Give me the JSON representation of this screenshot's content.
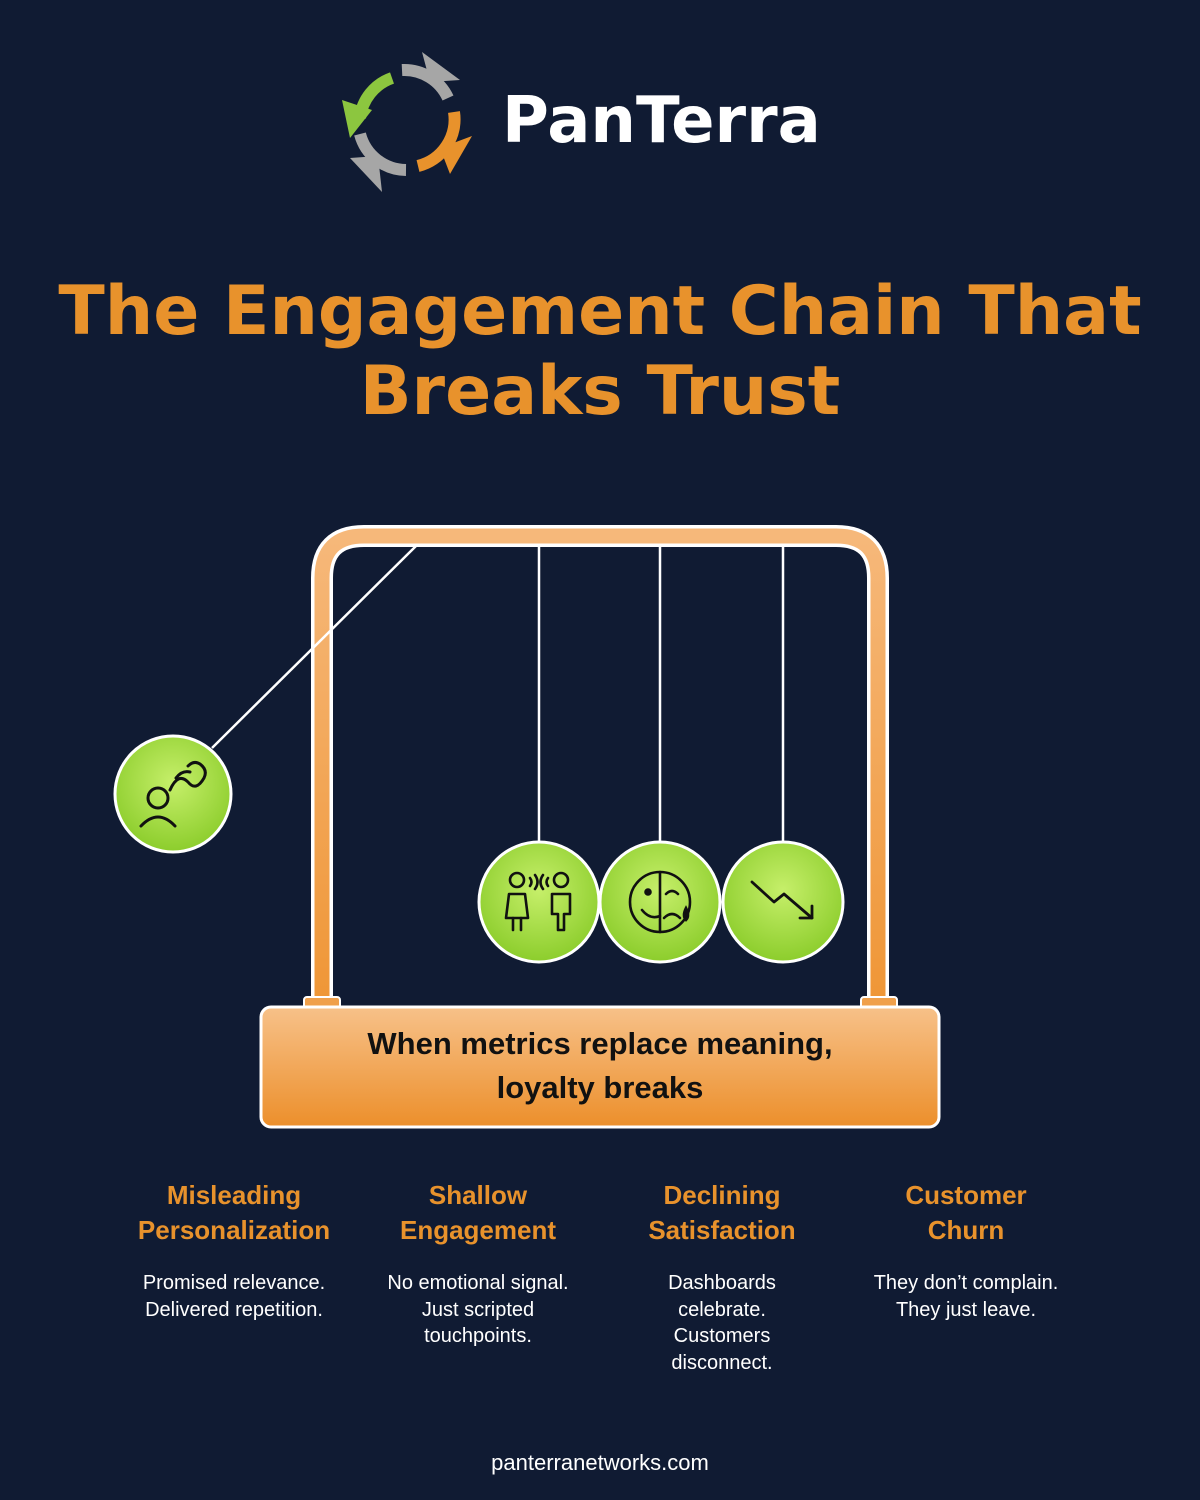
{
  "brand": {
    "name": "PanTerra",
    "colors": {
      "green": "#8cc63f",
      "orange": "#e8922c",
      "gray": "#a6a6a6"
    }
  },
  "title": {
    "line1": "The Engagement Chain That",
    "line2": "Breaks Trust"
  },
  "cradle": {
    "base_line1": "When metrics replace meaning,",
    "base_line2": "loyalty breaks",
    "balls": [
      {
        "icon": "person-wavy-path-icon"
      },
      {
        "icon": "two-people-talking-icon"
      },
      {
        "icon": "half-smile-half-sad-face-icon"
      },
      {
        "icon": "trend-down-arrow-icon"
      }
    ]
  },
  "stages": [
    {
      "title_line1": "Misleading",
      "title_line2": "Personalization",
      "desc": [
        "Promised relevance.",
        "Delivered repetition."
      ]
    },
    {
      "title_line1": "Shallow",
      "title_line2": "Engagement",
      "desc": [
        "No emotional signal.",
        "Just scripted",
        "touchpoints."
      ]
    },
    {
      "title_line1": "Declining",
      "title_line2": "Satisfaction",
      "desc": [
        "Dashboards",
        "celebrate.",
        "Customers",
        "disconnect."
      ]
    },
    {
      "title_line1": "Customer",
      "title_line2": "Churn",
      "desc": [
        "They don’t complain.",
        "They just leave."
      ]
    }
  ],
  "footer": "panterranetworks.com"
}
